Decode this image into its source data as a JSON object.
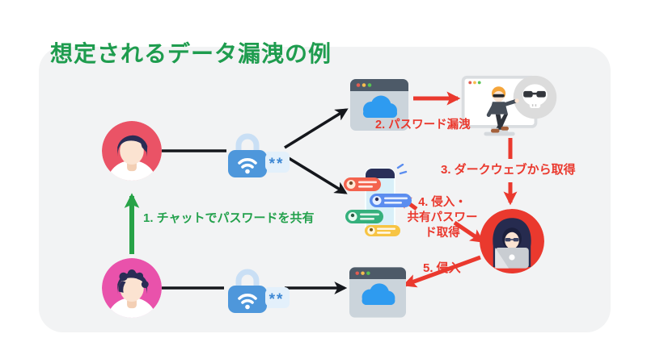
{
  "title": "想定されるデータ漏洩の例",
  "steps": {
    "step1": "1. チャットでパスワードを共有",
    "step2": "2. パスワード漏洩",
    "step3": "3. ダークウェブから取得",
    "step4_line1": "4. 侵入・",
    "step4_line2": "共有パスワー",
    "step4_line3": "ド取得",
    "step5": "5. 侵入"
  },
  "password_mask": "**",
  "colors": {
    "title_green": "#1E9C4E",
    "arrow_green": "#27A347",
    "alert_red": "#EA392E",
    "arrow_black": "#15171C",
    "panel_bg": "#F2F3F4",
    "user_top_avatar_bg": "#EA5366",
    "user_bottom_avatar_bg": "#E952AB",
    "hacker_avatar_bg": "#EA392E",
    "lock_blue": "#4E97DB",
    "cloud_blue": "#2E9BF0",
    "browser_header": "#4D5A68"
  }
}
